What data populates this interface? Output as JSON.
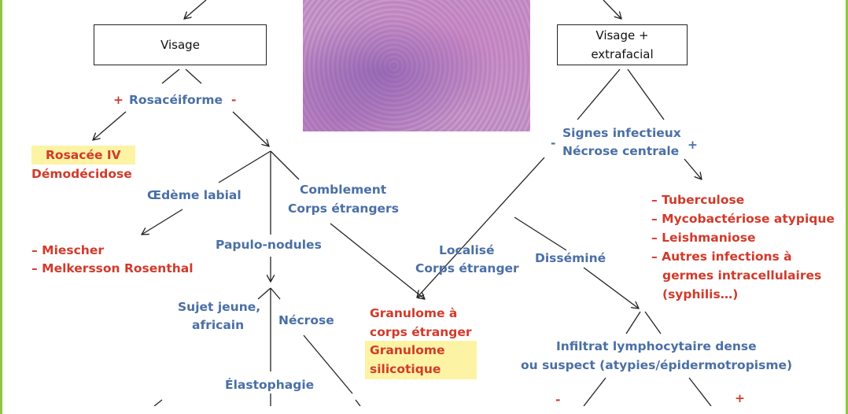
{
  "boxes": {
    "visage": "Visage",
    "visage_extrafacial_line1": "Visage +",
    "visage_extrafacial_line2": "extrafacial"
  },
  "left": {
    "plus": "+",
    "rosaceiforme": "Rosacéiforme",
    "minus": "-",
    "rosacee_iv": "Rosacée IV",
    "demodecidose": "Démodécidose",
    "oedeme_labial": "Œdème labial",
    "comblement_line1": "Comblement",
    "comblement_line2": "Corps étrangers",
    "miescher": "– Miescher",
    "melkersson": "– Melkersson Rosenthal",
    "papulo_nodules": "Papulo-nodules",
    "sujet_line1": "Sujet jeune,",
    "sujet_line2": "africain",
    "necrose": "Nécrose",
    "elastophagie": "Élastophagie"
  },
  "center": {
    "granulome_ce_line1": "Granulome à",
    "granulome_ce_line2": "corps étranger",
    "granulome_sil_line1": "Granulome",
    "granulome_sil_line2": "silicotique",
    "localise_line1": "Localisé",
    "localise_line2": "Corps étranger",
    "dissemine": "Disséminé"
  },
  "right": {
    "signes_line1": "Signes infectieux",
    "signes_line2": "Nécrose centrale",
    "minus": "-",
    "plus": "+",
    "infections": [
      "– Tuberculose",
      "– Mycobactériose atypique",
      "– Leishmaniose",
      "– Autres infections à",
      "germes intracellulaires",
      "(syphilis…)"
    ],
    "infiltrat_line1": "Infiltrat lymphocytaire dense",
    "infiltrat_line2": "ou suspect (atypies/épidermotropisme)",
    "bottom_minus": "-",
    "bottom_plus": "+"
  },
  "colors": {
    "blue": "#4a6fa6",
    "red": "#d23a2a",
    "highlight": "#fcf3a5",
    "frame_green": "#8dc63f"
  }
}
